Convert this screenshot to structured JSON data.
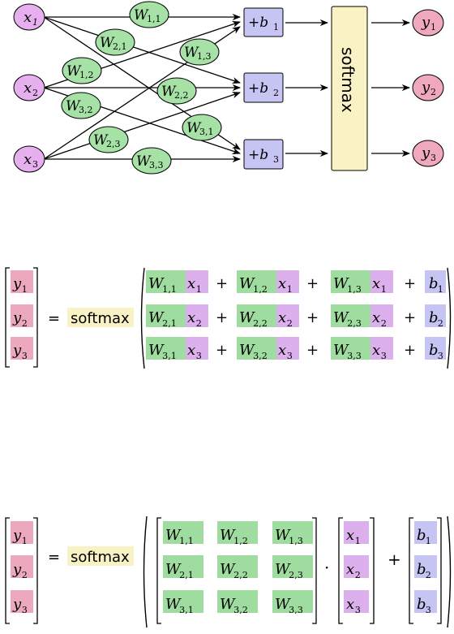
{
  "colors": {
    "x_fill": "#e6b0ee",
    "x_cell": "#dcb0ec",
    "w_fill": "#a6e1a6",
    "w_cell": "#9fdc9f",
    "b_fill": "#c6c4f2",
    "b_cell": "#c6c4f2",
    "y_fill": "#f0a8bc",
    "y_cell": "#eca9bd",
    "softmax_fill": "#f8f2c4"
  },
  "diagram": {
    "inputs": [
      {
        "label": "x",
        "sub": "1"
      },
      {
        "label": "x",
        "sub": "2"
      },
      {
        "label": "x",
        "sub": "3"
      }
    ],
    "weights": [
      {
        "label": "W",
        "sub": "1,1"
      },
      {
        "label": "W",
        "sub": "2,1"
      },
      {
        "label": "W",
        "sub": "1,2"
      },
      {
        "label": "W",
        "sub": "1,3"
      },
      {
        "label": "W",
        "sub": "2,2"
      },
      {
        "label": "W",
        "sub": "3,2"
      },
      {
        "label": "W",
        "sub": "3,1"
      },
      {
        "label": "W",
        "sub": "2,3"
      },
      {
        "label": "W",
        "sub": "3,3"
      }
    ],
    "biases": [
      {
        "label": "+b",
        "sub": "1"
      },
      {
        "label": "+b",
        "sub": "2"
      },
      {
        "label": "+b",
        "sub": "3"
      }
    ],
    "softmax_label": "softmax",
    "outputs": [
      {
        "label": "y",
        "sub": "1"
      },
      {
        "label": "y",
        "sub": "2"
      },
      {
        "label": "y",
        "sub": "3"
      }
    ]
  },
  "equation1": {
    "equals": "=",
    "softmax_label": "softmax",
    "plus": "+",
    "rows": [
      {
        "y": [
          "y",
          "1"
        ],
        "terms": [
          [
            "W",
            "1,1",
            "x",
            "1"
          ],
          [
            "W",
            "1,2",
            "x",
            "1"
          ],
          [
            "W",
            "1,3",
            "x",
            "1"
          ]
        ],
        "b": [
          "b",
          "1"
        ]
      },
      {
        "y": [
          "y",
          "2"
        ],
        "terms": [
          [
            "W",
            "2,1",
            "x",
            "2"
          ],
          [
            "W",
            "2,2",
            "x",
            "2"
          ],
          [
            "W",
            "2,3",
            "x",
            "2"
          ]
        ],
        "b": [
          "b",
          "2"
        ]
      },
      {
        "y": [
          "y",
          "3"
        ],
        "terms": [
          [
            "W",
            "3,1",
            "x",
            "3"
          ],
          [
            "W",
            "3,2",
            "x",
            "3"
          ],
          [
            "W",
            "3,3",
            "x",
            "3"
          ]
        ],
        "b": [
          "b",
          "3"
        ]
      }
    ]
  },
  "equation2": {
    "equals": "=",
    "softmax_label": "softmax",
    "dot": "·",
    "plus": "+",
    "y": [
      [
        "y",
        "1"
      ],
      [
        "y",
        "2"
      ],
      [
        "y",
        "3"
      ]
    ],
    "W": [
      [
        [
          "W",
          "1,1"
        ],
        [
          "W",
          "1,2"
        ],
        [
          "W",
          "1,3"
        ]
      ],
      [
        [
          "W",
          "2,1"
        ],
        [
          "W",
          "2,2"
        ],
        [
          "W",
          "2,3"
        ]
      ],
      [
        [
          "W",
          "3,1"
        ],
        [
          "W",
          "3,2"
        ],
        [
          "W",
          "3,3"
        ]
      ]
    ],
    "x": [
      [
        "x",
        "1"
      ],
      [
        "x",
        "2"
      ],
      [
        "x",
        "3"
      ]
    ],
    "b": [
      [
        "b",
        "1"
      ],
      [
        "b",
        "2"
      ],
      [
        "b",
        "3"
      ]
    ]
  }
}
